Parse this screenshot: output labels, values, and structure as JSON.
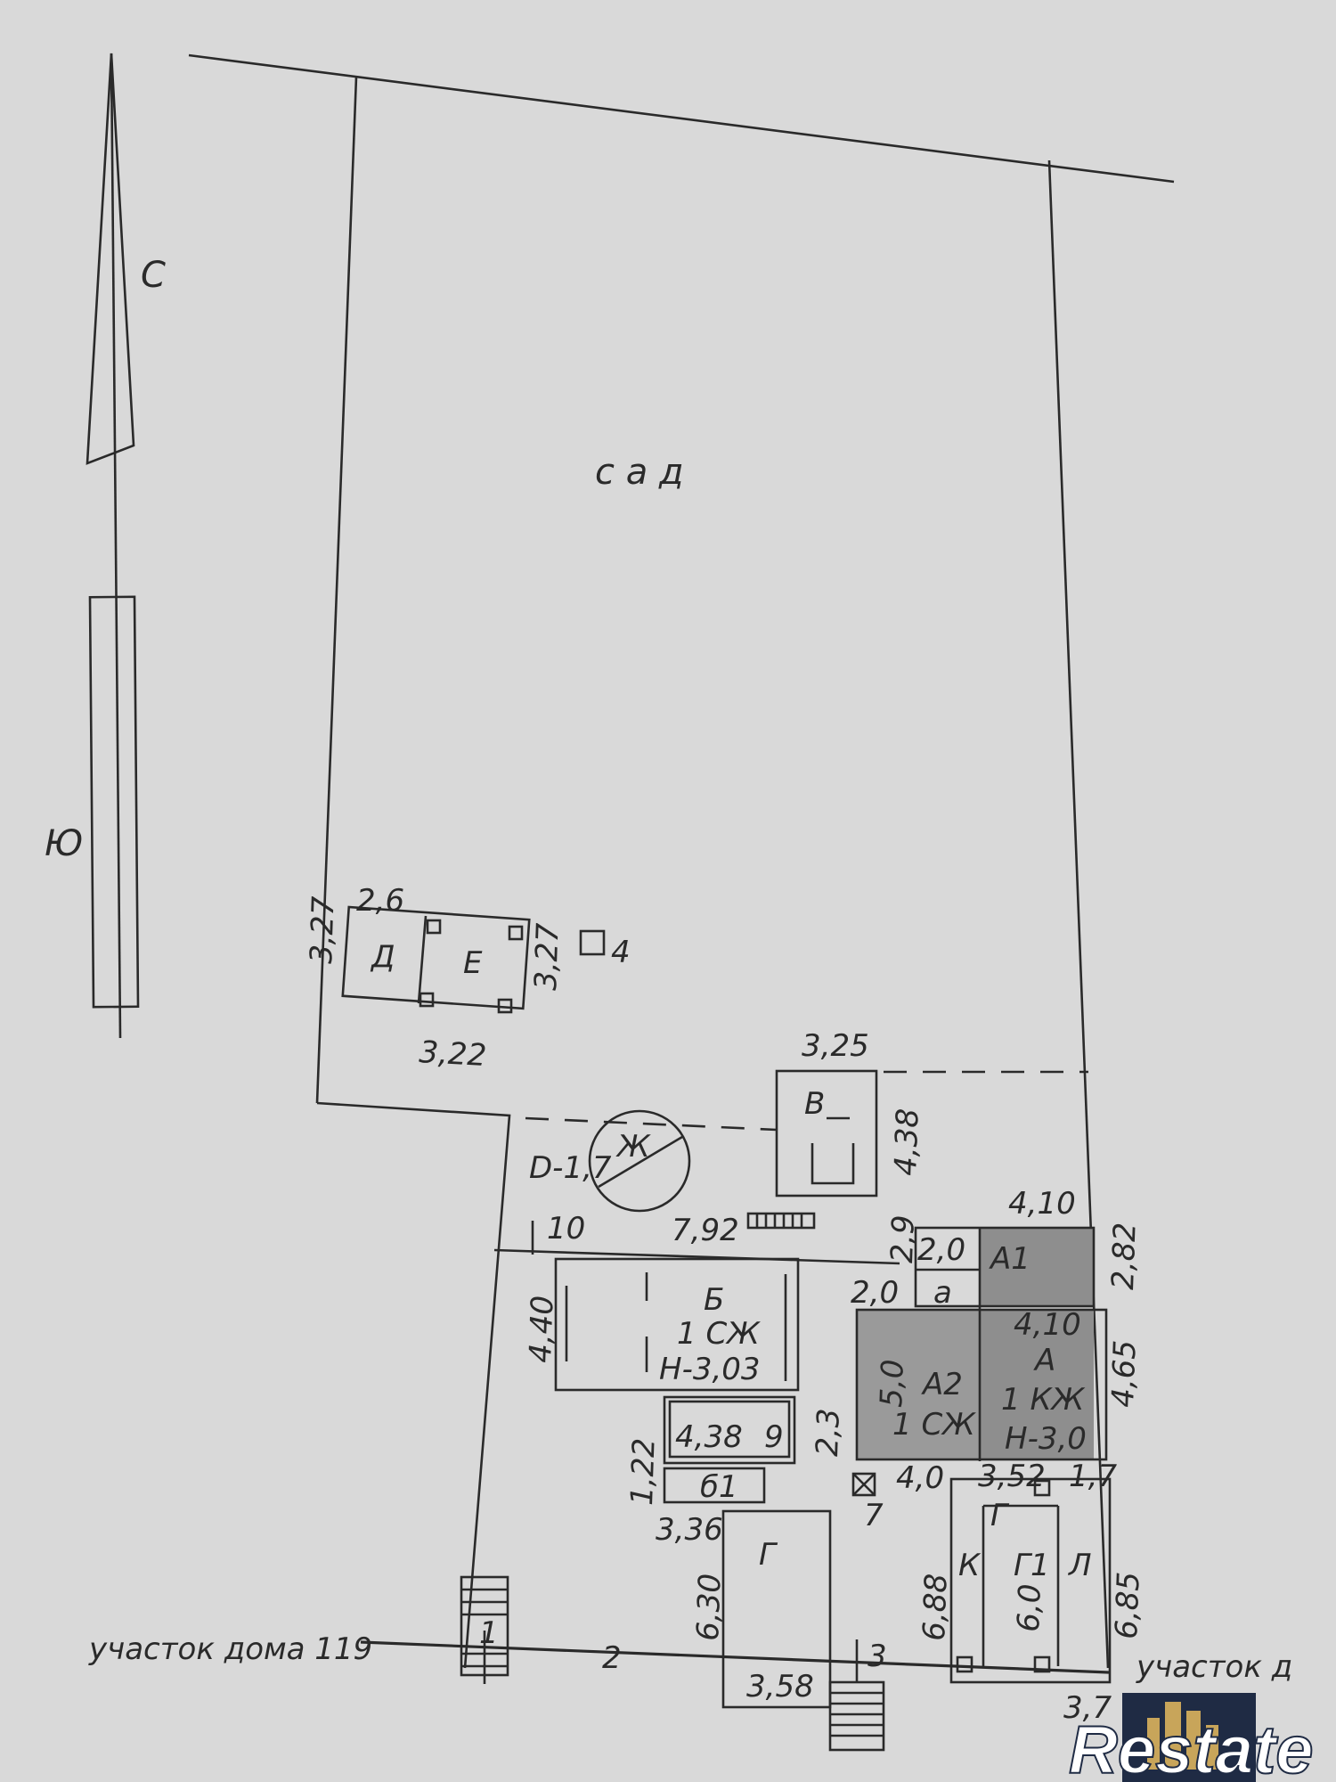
{
  "compass": {
    "north": "С",
    "south": "Ю"
  },
  "garden_label": "с а д",
  "buildings": {
    "D": "Д",
    "E": "Е",
    "V": "В",
    "Zh": "Ж",
    "B": "Б",
    "B_floor": "1 СЖ",
    "B_height": "Н-3,03",
    "b1": "б1",
    "A1": "А1",
    "a": "а",
    "A2": "А2",
    "A2_floor": "1 СЖ",
    "A": "А",
    "A_floor": "1 КЖ",
    "A_height": "Н-3,0",
    "G": "Г",
    "K": "К",
    "G1": "Г1",
    "L": "Л"
  },
  "dimensions": {
    "d_2_6": "2,6",
    "d_3_27_left": "3,27",
    "d_3_27_right": "3,27",
    "d_3_22": "3,22",
    "item_4": "4",
    "d_3_25": "3,25",
    "d_4_38_v": "4,38",
    "well_diameter": "D-1,7",
    "d_7_92": "7,92",
    "item_10": "10",
    "d_4_40": "4,40",
    "d_4_38_b": "4,38",
    "d_9": "9",
    "d_2_3": "2,3",
    "d_1_22": "1,22",
    "d_3_36": "3,36",
    "d_4_10_top": "4,10",
    "d_2_9": "2,9",
    "d_2_0_a": "2,0",
    "d_2_0_left": "2,0",
    "d_2_82": "2,82",
    "d_5_0": "5,0",
    "d_4_10_mid": "4,10",
    "d_4_65": "4,65",
    "d_4_0": "4,0",
    "d_3_52": "3,52",
    "d_1_7": "1,7",
    "item_7": "7",
    "d_6_88": "6,88",
    "d_6_0": "6,0",
    "d_6_85": "6,85",
    "d_6_30": "6,30",
    "d_3_58": "3,58",
    "d_3_7": "3,7",
    "item_1": "1",
    "item_2": "2",
    "item_3": "3"
  },
  "neighbors": {
    "left": "участок дома 119",
    "right": "участок д"
  },
  "watermark": {
    "text": "Restate"
  },
  "colors": {
    "paper": "#d9d9d9",
    "ink": "#2a2a2a",
    "hatch": "#8e8e8e",
    "logo_dark": "#1f2b44",
    "logo_gold": "#c8a55a"
  }
}
